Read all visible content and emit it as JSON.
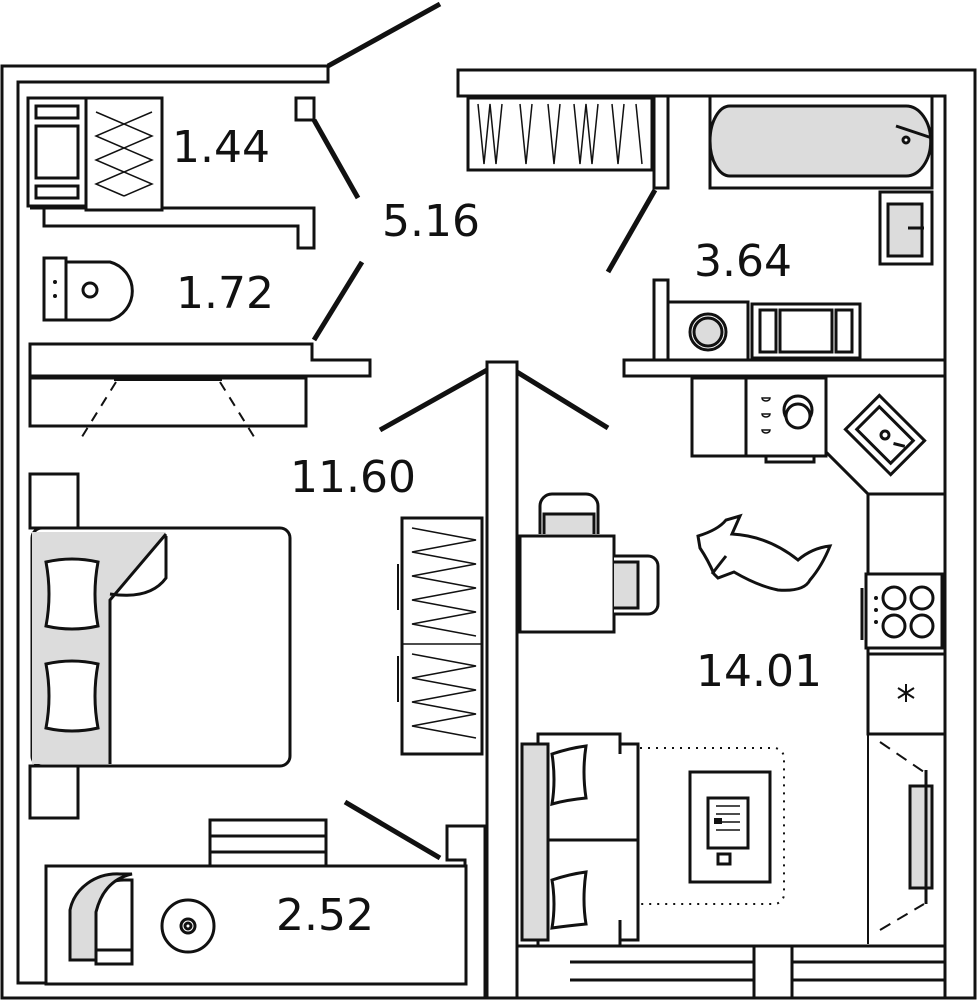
{
  "floor_plan": {
    "rooms": [
      {
        "id": "storage",
        "area": "1.44"
      },
      {
        "id": "hallway",
        "area": "5.16"
      },
      {
        "id": "bathroom",
        "area": "3.64"
      },
      {
        "id": "toilet",
        "area": "1.72"
      },
      {
        "id": "bedroom",
        "area": "11.60"
      },
      {
        "id": "living-kitchen",
        "area": "14.01"
      },
      {
        "id": "balcony",
        "area": "2.52"
      }
    ]
  },
  "colors": {
    "wall": "#111111",
    "furniture_fill": "#dcdcdc",
    "background": "#ffffff"
  }
}
